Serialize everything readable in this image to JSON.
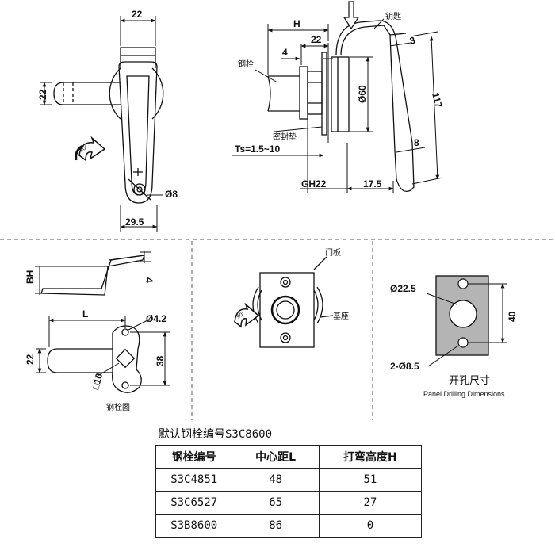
{
  "dimensions": {
    "top_width": "22",
    "handle_height": "22",
    "hole_dia": "Ø8",
    "bottom_width": "29.5",
    "h": "H",
    "d4": "4",
    "d22": "22",
    "d60": "Ø60",
    "d3": "3",
    "d117": "117",
    "d8": "8",
    "ts": "Ts=1.5~10",
    "gh22": "GH22",
    "d17_5": "17.5",
    "bh": "BH",
    "d4_bolt": "4",
    "l": "L",
    "d4_2": "Ø4.2",
    "d22_bolt": "22",
    "d38": "38",
    "sq10": "□10",
    "d22_5": "Ø22.5",
    "d40": "40",
    "d2_8_5": "2-Ø8.5"
  },
  "labels": {
    "bolt": "钢栓",
    "key": "钥匙",
    "gasket": "密封垫",
    "door_panel": "门板",
    "base": "基座",
    "bolt_drawing": "钢栓图",
    "drilling_cn": "开孔尺寸",
    "drilling_en": "Panel Drilling Dimensions"
  },
  "table": {
    "title": "默认钢栓编号S3C8600",
    "headers": [
      "钢栓编号",
      "中心距L",
      "打弯高度H"
    ],
    "rows": [
      [
        "S3C4851",
        "48",
        "51"
      ],
      [
        "S3C6527",
        "65",
        "27"
      ],
      [
        "S3B8600",
        "86",
        "0"
      ]
    ]
  },
  "colors": {
    "panel_fill": "#b4b4b4",
    "line": "#111111"
  }
}
